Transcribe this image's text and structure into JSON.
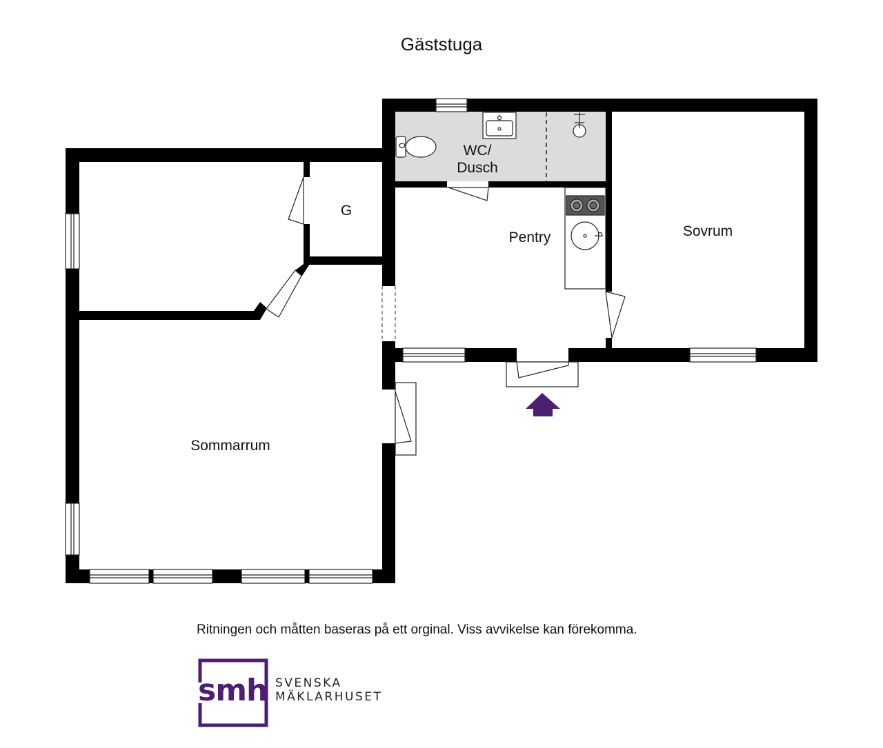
{
  "title": "Gäststuga",
  "rooms": {
    "wc": [
      "WC/",
      "Dusch"
    ],
    "g": "G",
    "pentry": "Pentry",
    "sovrum": "Sovrum",
    "sommarrum": "Sommarrum"
  },
  "disclaimer": "Ritningen och måtten baseras på ett orginal. Viss avvikelse kan förekomma.",
  "logo": {
    "mark": "smh",
    "line1": "SVENSKA",
    "line2": "MÄKLARHUSET",
    "color": "#4b1f72"
  },
  "colors": {
    "wall": "#000000",
    "wet_room": "#dcdcdc",
    "entrance_arrow": "#4b1f72"
  }
}
